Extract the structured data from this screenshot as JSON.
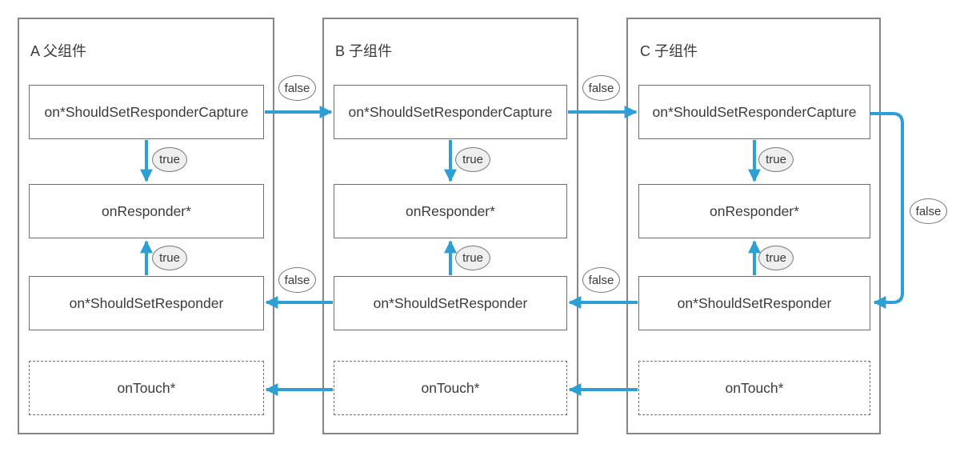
{
  "diagram": {
    "labels": {
      "true_label": "true",
      "false_label": "false"
    },
    "columns": [
      {
        "title": "A 父组件",
        "boxes": {
          "capture": "on*ShouldSetResponderCapture",
          "responder": "onResponder*",
          "should_set": "on*ShouldSetResponder",
          "touch": "onTouch*"
        }
      },
      {
        "title": "B 子组件",
        "boxes": {
          "capture": "on*ShouldSetResponderCapture",
          "responder": "onResponder*",
          "should_set": "on*ShouldSetResponder",
          "touch": "onTouch*"
        }
      },
      {
        "title": "C 子组件",
        "boxes": {
          "capture": "on*ShouldSetResponderCapture",
          "responder": "onResponder*",
          "should_set": "on*ShouldSetResponder",
          "touch": "onTouch*"
        }
      }
    ],
    "colors": {
      "arrow_blue": "#2d9fd2",
      "box_border": "#6e6e6e",
      "panel_border": "#858585",
      "text": "#3b3b3b",
      "true_badge_fill": "#efefef",
      "false_badge_fill": "#ffffff"
    }
  }
}
